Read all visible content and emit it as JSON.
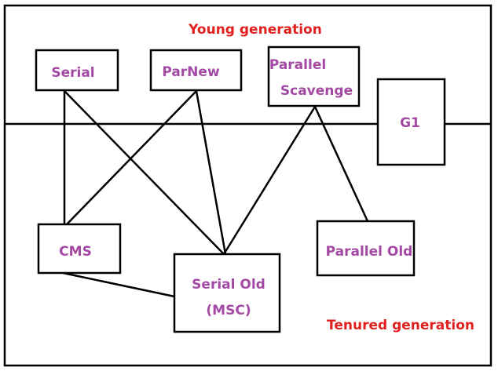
{
  "colors": {
    "node_text": "#a349a4",
    "region_text": "#e0201f",
    "line": "#000000",
    "background": "#ffffff"
  },
  "regions": {
    "young": "Young generation",
    "tenured": "Tenured generation"
  },
  "nodes": {
    "serial": "Serial",
    "parnew": "ParNew",
    "parallel_scavenge_line1": "Parallel",
    "parallel_scavenge_line2": "Scavenge",
    "g1": "G1",
    "cms": "CMS",
    "serial_old_line1": "Serial Old",
    "serial_old_line2": "(MSC)",
    "parallel_old": "Parallel Old"
  }
}
